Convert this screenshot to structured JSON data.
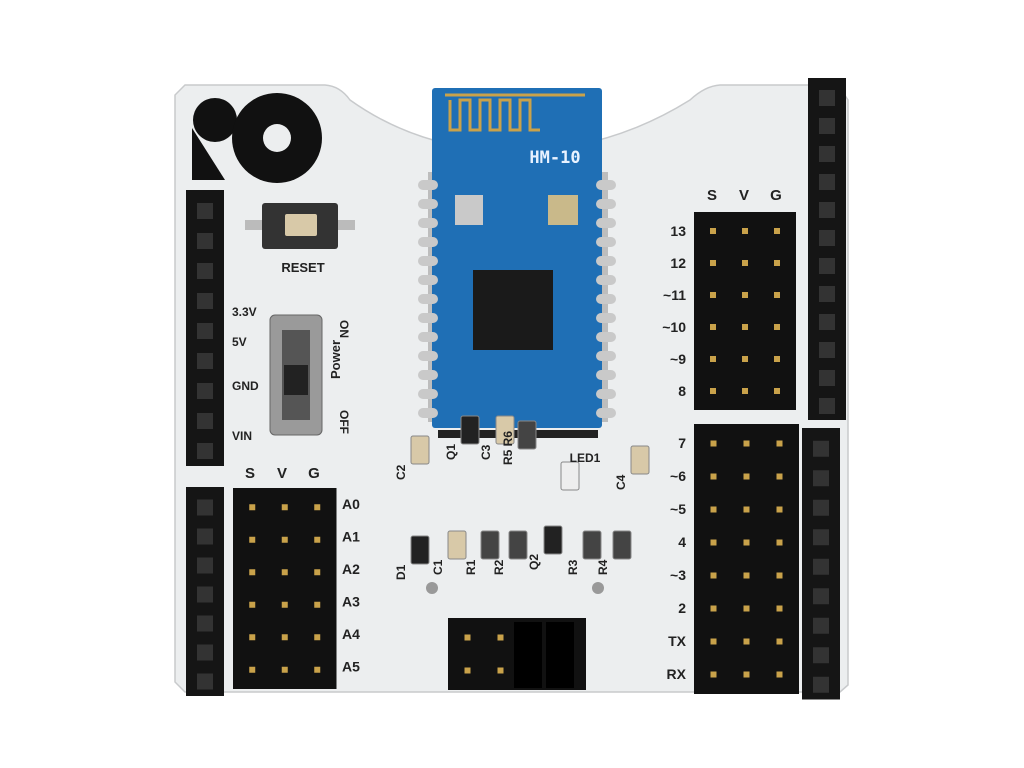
{
  "board": {
    "reset_label": "RESET",
    "power_label": "Power",
    "on_label": "ON",
    "off_label": "OFF",
    "power_pins": [
      "3.3V",
      "5V",
      "GND",
      "VIN"
    ],
    "svg_header_left": [
      "S",
      "V",
      "G"
    ],
    "svg_header_right": [
      "S",
      "V",
      "G"
    ],
    "analog_pins": [
      "A0",
      "A1",
      "A2",
      "A3",
      "A4",
      "A5"
    ],
    "digital_pins_top": [
      "13",
      "12",
      "~11",
      "~10",
      "~9",
      "8"
    ],
    "digital_pins_bottom": [
      "7",
      "~6",
      "~5",
      "4",
      "~3",
      "2",
      "TX",
      "RX"
    ],
    "module_label": "HM-10",
    "components": {
      "led": "LED1",
      "c1": "C1",
      "c2": "C2",
      "c3": "C3",
      "c4": "C4",
      "q1": "Q1",
      "q2": "Q2",
      "r1": "R1",
      "r2": "R2",
      "r3": "R3",
      "r4": "R4",
      "r5r6": "R5 R6",
      "d1": "D1"
    }
  },
  "colors": {
    "board": "#eceeef",
    "module": "#1f6fb5",
    "header": "#151515",
    "gold": "#c9a24a"
  }
}
